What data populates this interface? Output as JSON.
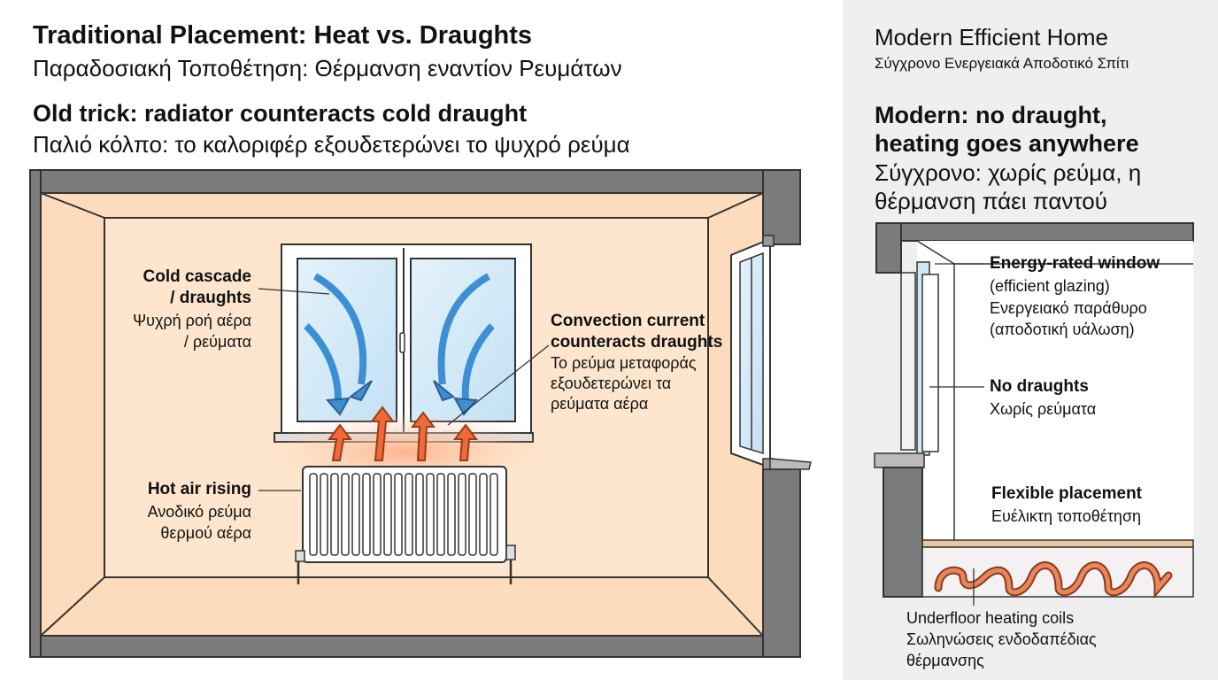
{
  "left": {
    "title_en": "Traditional Placement: Heat vs. Draughts",
    "title_el": "Παραδοσιακή Τοποθέτηση: Θέρμανση εναντίον Ρευμάτων",
    "subtitle_en": "Old trick: radiator counteracts cold draught",
    "subtitle_el": "Παλιό κόλπο: το καλοριφέρ εξουδετερώνει το ψυχρό ρεύμα",
    "labels": {
      "cold_en_1": "Cold cascade",
      "cold_en_2": "/ draughts",
      "cold_el_1": "Ψυχρή ροή αέρα",
      "cold_el_2": "/ ρεύματα",
      "conv_en_1": "Convection current",
      "conv_en_2": "counteracts draughts",
      "conv_el_1": "Το ρεύμα μεταφοράς",
      "conv_el_2": "εξουδετερώνει τα",
      "conv_el_3": "ρεύματα αέρα",
      "hot_en": "Hot air rising",
      "hot_el_1": "Ανοδικό ρεύμα",
      "hot_el_2": "θερμού αέρα"
    }
  },
  "right": {
    "title_en": "Modern Efficient Home",
    "title_el": "Σύγχρονο Ενεργειακά Αποδοτικό Σπίτι",
    "subtitle_en_1": "Modern: no draught,",
    "subtitle_en_2": "heating goes anywhere",
    "subtitle_el_1": "Σύγχρονο: χωρίς ρεύμα, η",
    "subtitle_el_2": "θέρμανση πάει παντού",
    "labels": {
      "window_en": "Energy-rated window",
      "window_el_1": "(efficient glazing)",
      "window_el_2": "Ενεργειακό παράθυρο",
      "window_el_3": "(αποδοτική υάλωση)",
      "nodraught_en": "No draughts",
      "nodraught_el": "Χωρίς ρεύματα",
      "flex_en": "Flexible placement",
      "flex_el": "Ευέλικτη τοποθέτηση",
      "coils_en": "Underfloor heating coils",
      "coils_el_1": "Σωληνώσεις ενδοδαπέδιας",
      "coils_el_2": "θέρμανσης"
    }
  },
  "colors": {
    "room_fill": "#fde3c6",
    "wall": "#7b7b7b",
    "cold_arrow": "#3d8fd3",
    "hot_arrow": "#ef6a3a",
    "glass": "#cfe8f7",
    "coil": "#d9663b"
  }
}
